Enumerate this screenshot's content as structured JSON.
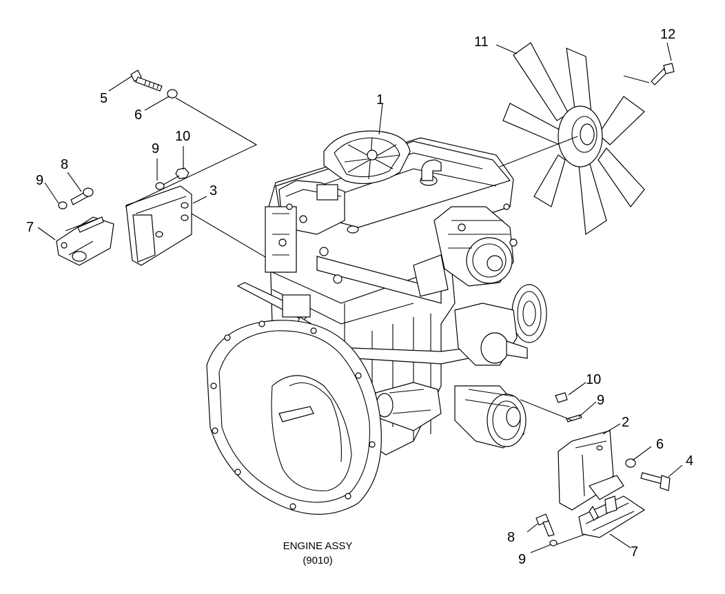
{
  "caption": {
    "line1": "ENGINE ASSY",
    "line2": "(9010)"
  },
  "labels": {
    "p1": "1",
    "p2": "2",
    "p3": "3",
    "p4": "4",
    "p5": "5",
    "p6a": "6",
    "p6b": "6",
    "p7a": "7",
    "p7b": "7",
    "p8a": "8",
    "p8b": "8",
    "p9a": "9",
    "p9b": "9",
    "p9c": "9",
    "p9d": "9",
    "p10a": "10",
    "p10b": "10",
    "p11": "11",
    "p12": "12"
  }
}
